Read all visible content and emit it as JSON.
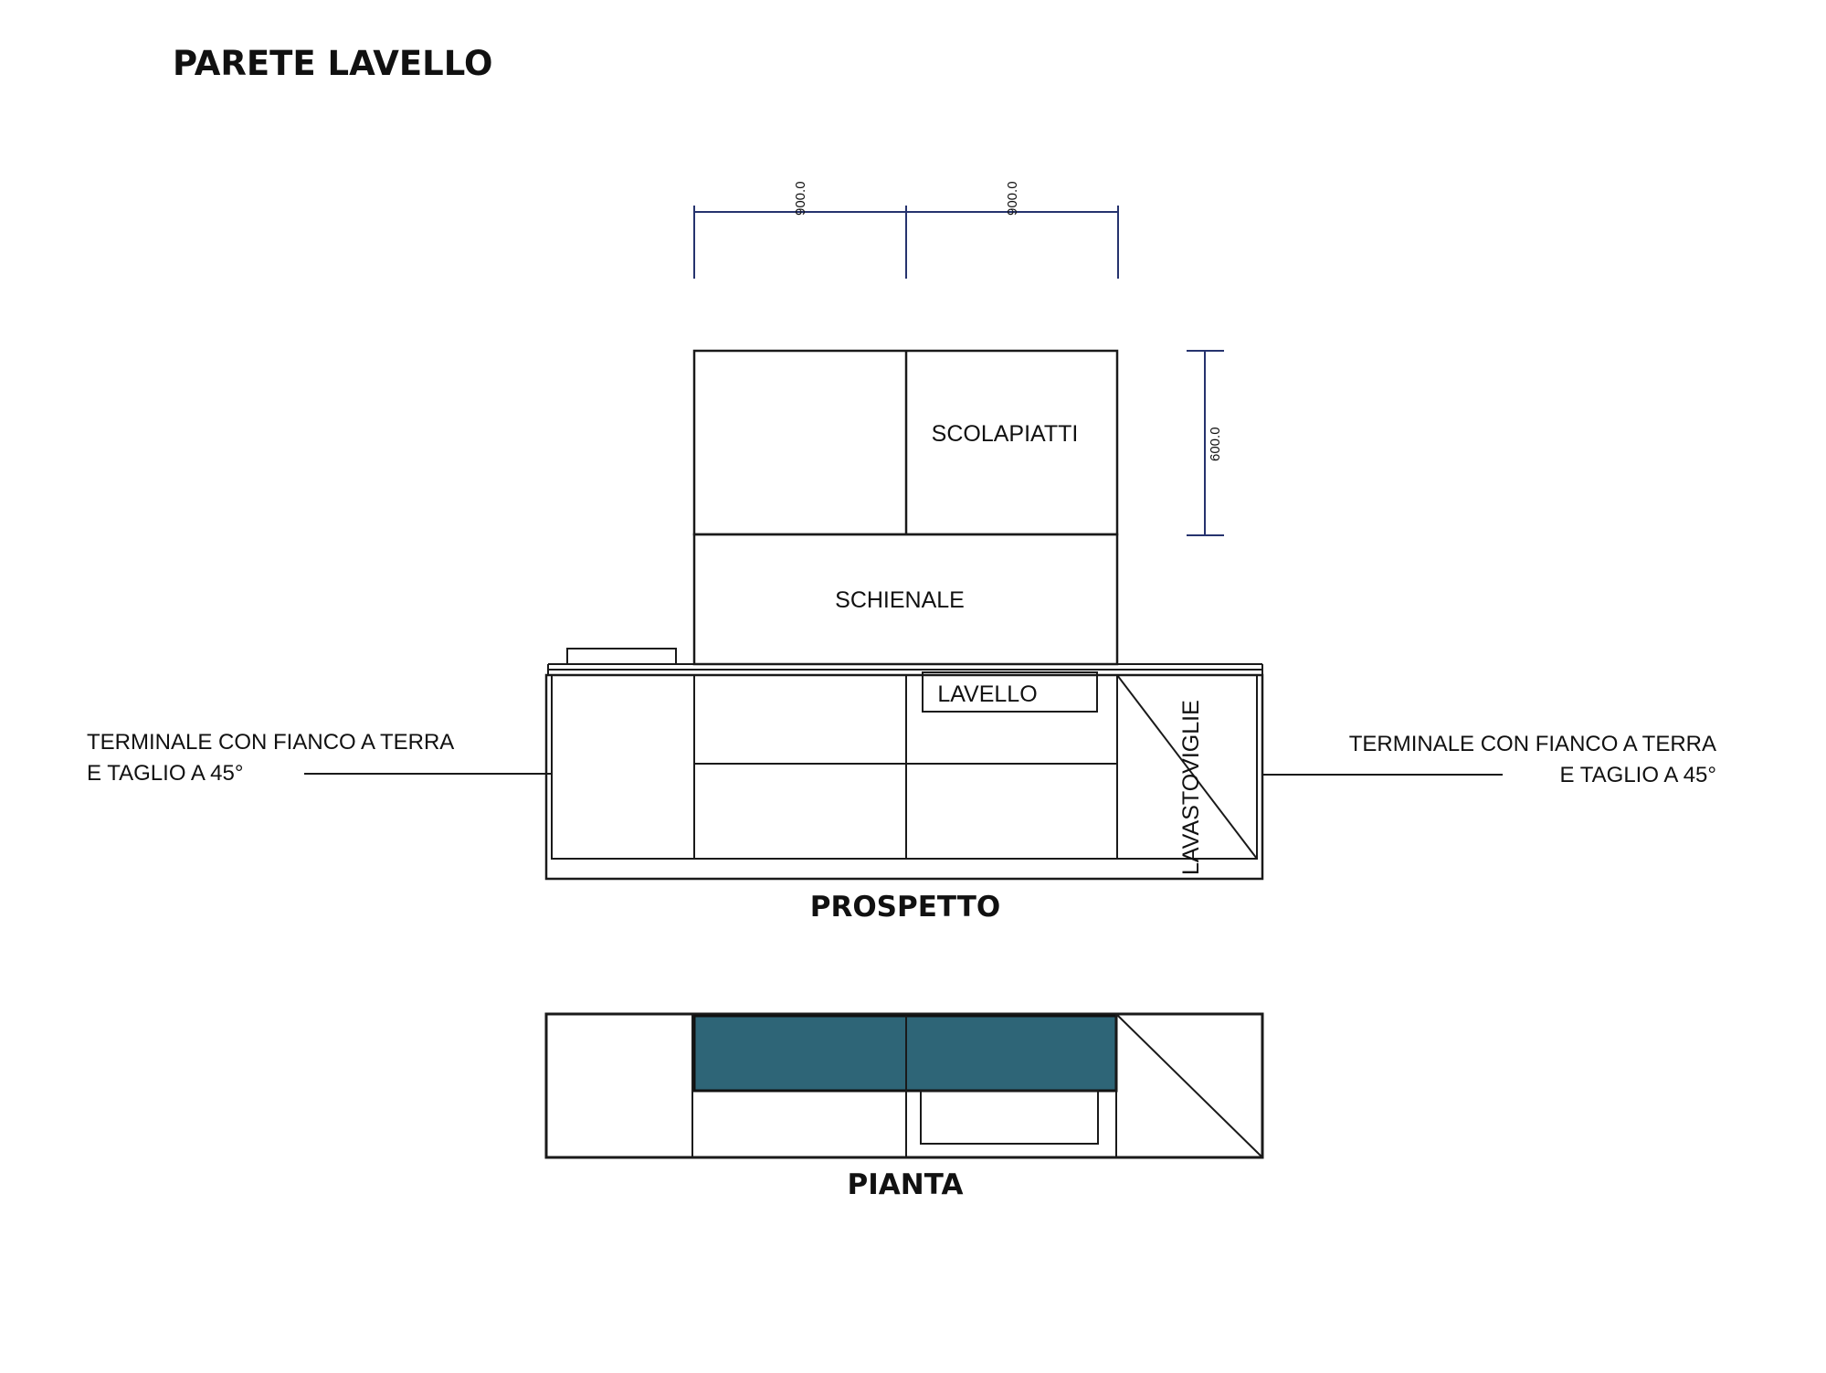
{
  "title": "PARETE LAVELLO",
  "dimensions": {
    "width_left": "900.0",
    "width_right": "900.0",
    "height_upper": "600.0"
  },
  "labels": {
    "scolapiatti": "SCOLAPIATTI",
    "schienale": "SCHIENALE",
    "lavello": "LAVELLO",
    "lavastoviglie": "LAVASTOVIGLIE"
  },
  "callouts": {
    "left": {
      "line1": "TERMINALE CON FIANCO A TERRA",
      "line2": "E TAGLIO A 45°"
    },
    "right": {
      "line1": "TERMINALE CON FIANCO A TERRA",
      "line2": "E TAGLIO A 45°"
    }
  },
  "views": {
    "elevation": "PROSPETTO",
    "plan": "PIANTA"
  },
  "colors": {
    "dimension_line": "#26336e",
    "plan_fill": "#2e6577",
    "line": "#1a1a1a"
  }
}
